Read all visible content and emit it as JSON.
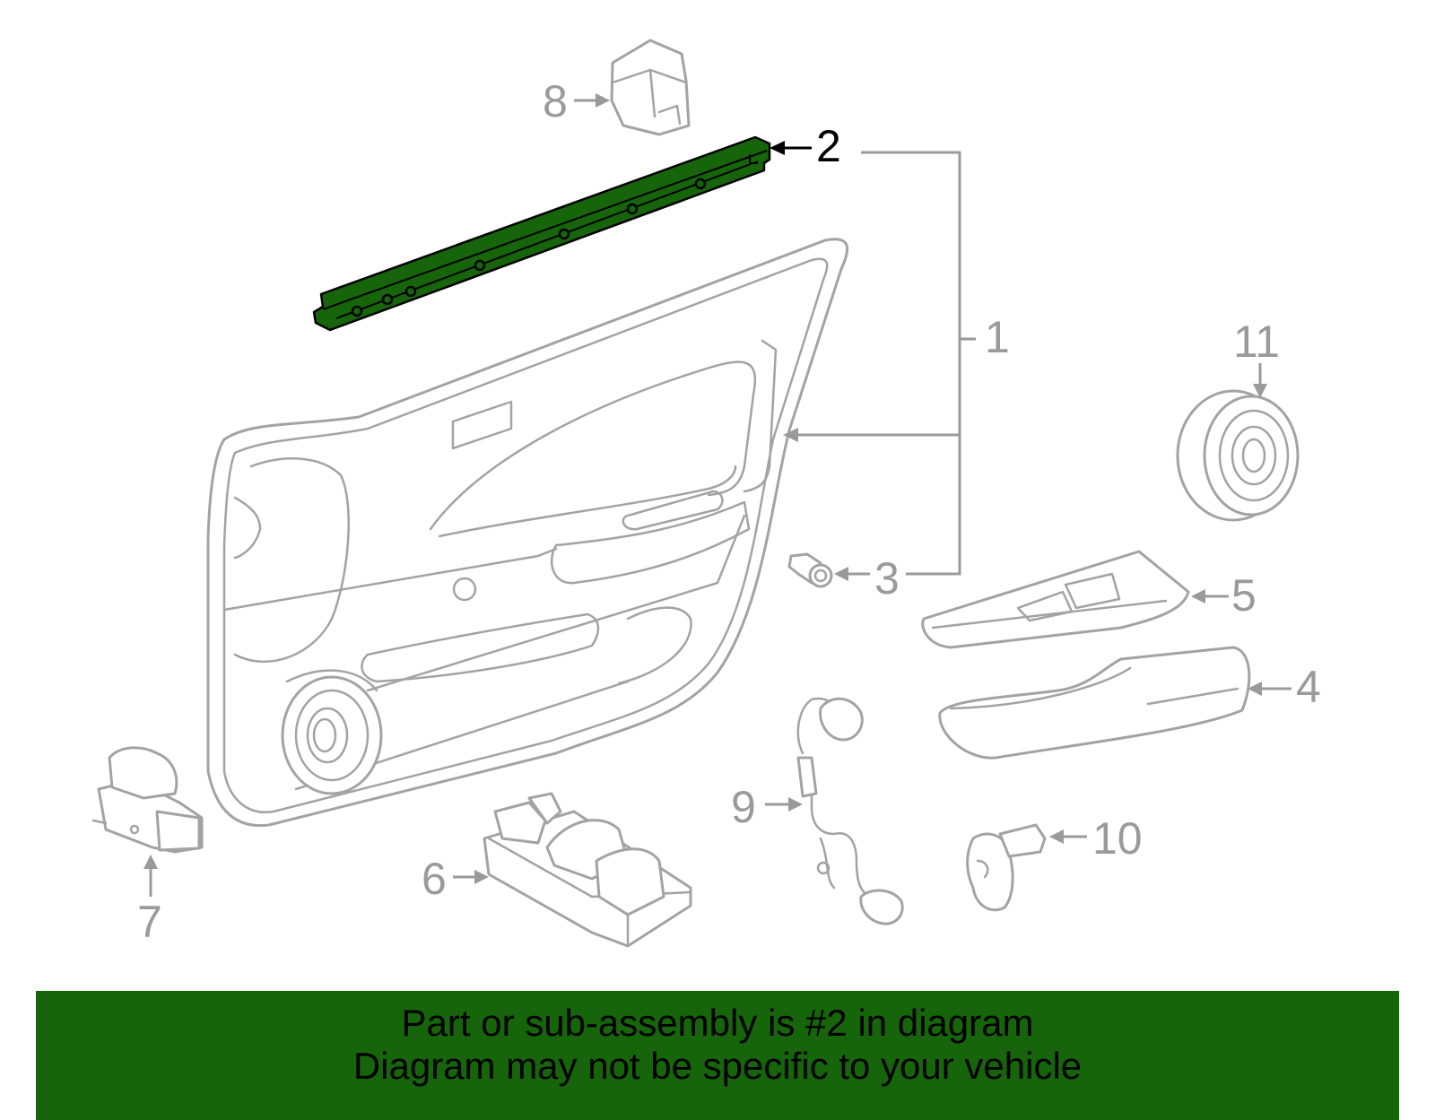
{
  "diagram": {
    "highlight_color": "#16650a",
    "highlighted_part": "2",
    "callouts": [
      "1",
      "2",
      "3",
      "4",
      "5",
      "6",
      "7",
      "8",
      "9",
      "10",
      "11"
    ]
  },
  "banner": {
    "line_1": "Part or sub-assembly is #2 in diagram",
    "line_2": "Diagram may not be specific to your vehicle",
    "background": "#16650a"
  }
}
